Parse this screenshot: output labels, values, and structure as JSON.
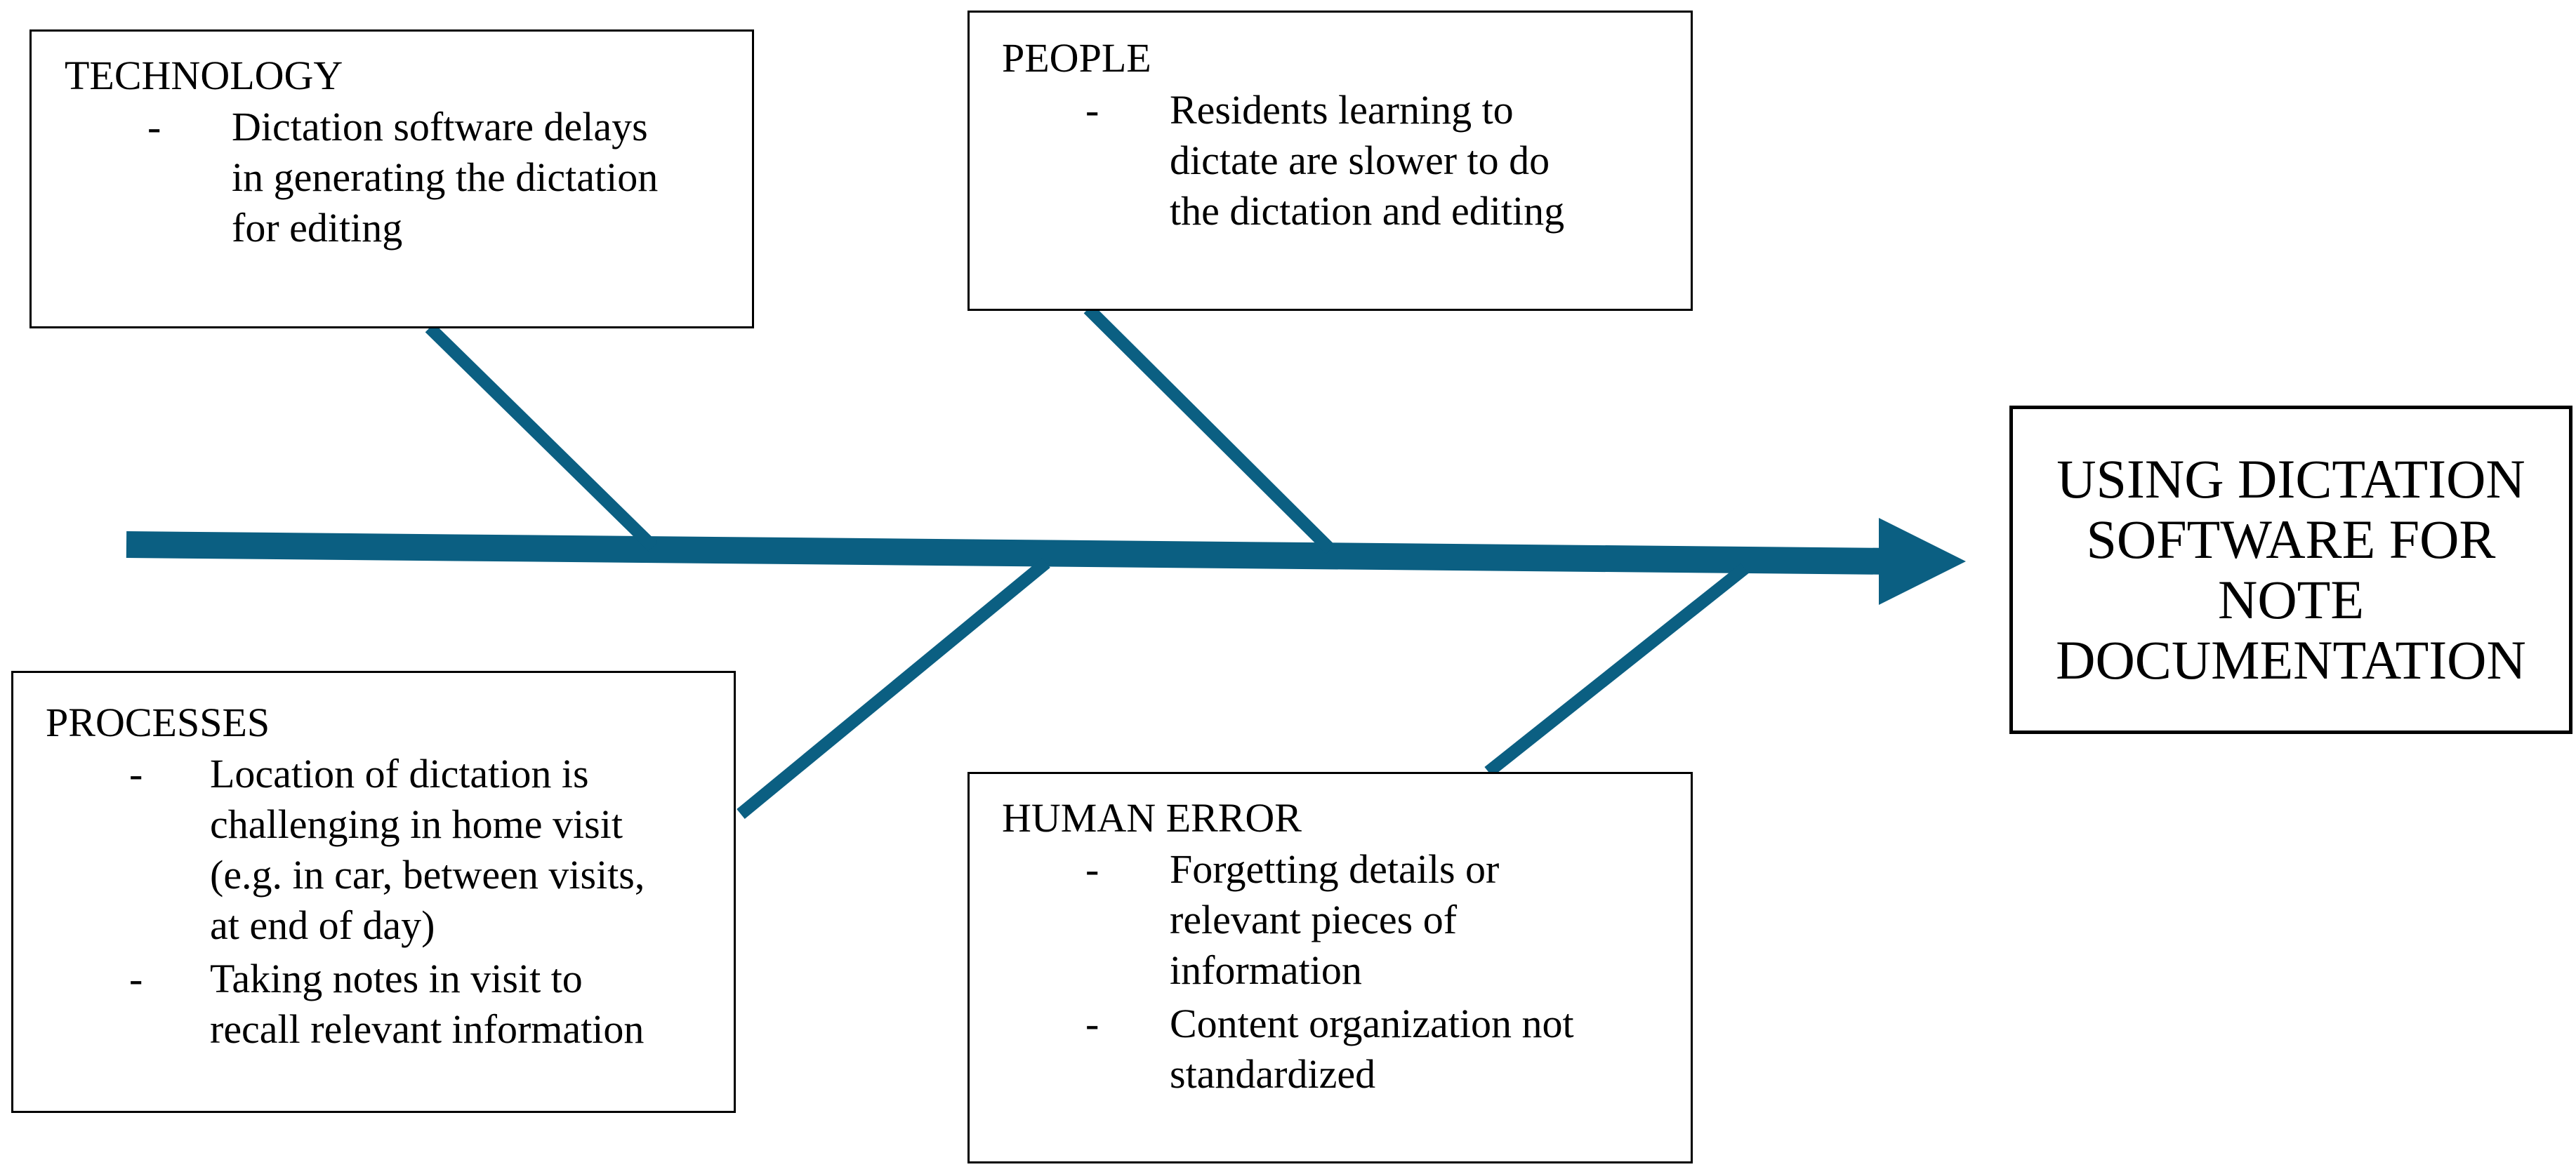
{
  "colors": {
    "spine": "#0b5f82",
    "border": "#000000",
    "text": "#000000"
  },
  "bullet": "-",
  "categories": {
    "technology": {
      "title": "TECHNOLOGY",
      "items": [
        [
          "Dictation software delays",
          "in generating the dictation",
          "for editing"
        ]
      ]
    },
    "people": {
      "title": "PEOPLE",
      "items": [
        [
          "Residents learning to",
          "dictate are slower to do",
          "the dictation and editing"
        ]
      ]
    },
    "processes": {
      "title": "PROCESSES",
      "items": [
        [
          "Location of dictation is",
          "challenging in home visit",
          "(e.g. in car, between visits,",
          "at end of day)"
        ],
        [
          "Taking notes in visit to",
          "recall relevant information"
        ]
      ]
    },
    "human_error": {
      "title": "HUMAN ERROR",
      "items": [
        [
          "Forgetting details or",
          "relevant pieces of",
          "information"
        ],
        [
          "Content organization not",
          "standardized"
        ]
      ]
    }
  },
  "effect": {
    "lines": [
      "USING DICTATION",
      "SOFTWARE FOR",
      "NOTE",
      "DOCUMENTATION"
    ]
  }
}
